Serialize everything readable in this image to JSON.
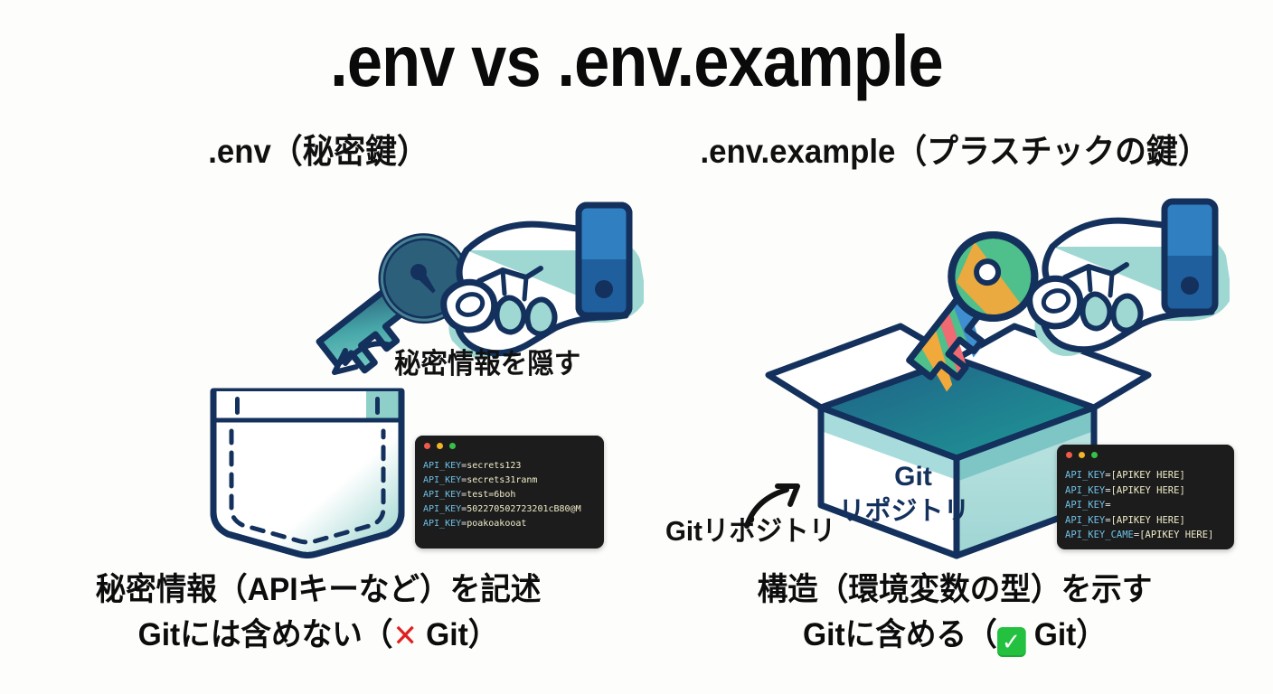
{
  "page": {
    "title": ".env vs .env.example",
    "background_color": "#fdfdfb"
  },
  "columns": {
    "left": {
      "subtitle": ".env（秘密鍵）",
      "annotation": "秘密情報を隠す",
      "caption_line1": "秘密情報（APIキーなど）を記述",
      "caption_line2_before": "Gitには含めない（",
      "caption_mark": "✕",
      "caption_line2_after": "Git）",
      "illustration": {
        "hand_key": "hand-holding-metal-key",
        "container": "jeans-pocket",
        "key_color": "#2c5f7a",
        "key_accent": "#7fd4c8",
        "cuff_color": "#2f7fc1",
        "outline_color": "#13315c"
      },
      "terminal": {
        "lines": [
          {
            "key": "API_KEY",
            "eq": "=",
            "value": "secrets123"
          },
          {
            "key": "API_KEY",
            "eq": "=",
            "value": "secrets31ranm"
          },
          {
            "key": "API_KEY",
            "eq": "=",
            "value": "test=6boh"
          },
          {
            "key": "API_KEY",
            "eq": "=",
            "value": "502270502723201cB80@M"
          },
          {
            "key": "API_KEY",
            "eq": "=",
            "value": "poakoakooat"
          }
        ]
      }
    },
    "right": {
      "subtitle": ".env.example（プラスチックの鍵）",
      "annotation": "Gitリポジトリ",
      "caption_line1": "構造（環境変数の型）を示す",
      "caption_line2_before": "Gitに含める（",
      "caption_mark": "✓",
      "caption_line2_after": "Git）",
      "box_label_line1": "Git",
      "box_label_line2": "リポジトリ",
      "illustration": {
        "hand_key": "hand-holding-plastic-rainbow-key",
        "container": "open-cardboard-box",
        "key_colors": [
          "#4fbf8b",
          "#f2a93b",
          "#ef6a72",
          "#3f8fd0"
        ],
        "box_face_color": "#a8dcdc",
        "box_inner_color": "#176a7a",
        "cuff_color": "#2f7fc1",
        "outline_color": "#13315c"
      },
      "terminal": {
        "lines": [
          {
            "key": "API_KEY",
            "eq": "=",
            "value": "[APIKEY HERE]"
          },
          {
            "key": "API_KEY",
            "eq": "=",
            "value": "[APIKEY HERE]"
          },
          {
            "key": "API_KEY",
            "eq": "=",
            "value": ""
          },
          {
            "key": "API_KEY",
            "eq": "=",
            "value": "[APIKEY HERE]"
          },
          {
            "key": "API_KEY_CAME",
            "eq": "=",
            "value": "[APIKEY HERE]"
          }
        ]
      }
    }
  },
  "colors": {
    "mark_x": "#e02020",
    "mark_check_bg": "#23c13f",
    "terminal_bg": "#1c1c1c",
    "terminal_key": "#6fc0e6",
    "terminal_value": "#f0ecc8"
  }
}
